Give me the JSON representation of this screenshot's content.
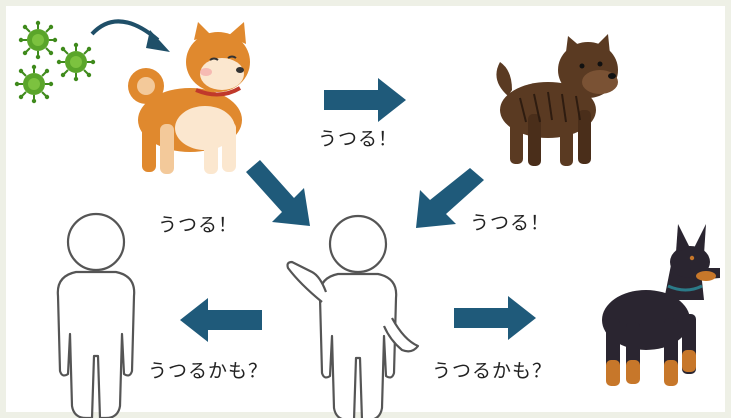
{
  "labels": {
    "spread_dog_to_dog": "うつる！",
    "spread_dog1_to_person": "うつる！",
    "spread_dog2_to_person": "うつる！",
    "maybe_to_person": "うつるかも？",
    "maybe_to_dog": "うつるかも？"
  },
  "colors": {
    "arrow": "#1f5a7a",
    "virus": "#5aa52a",
    "akita_fur": "#e0892e",
    "brindle_fur": "#5a3a22",
    "doberman_fur": "#2a2530",
    "doberman_tan": "#c7772a",
    "outline_person": "#555555"
  },
  "icons": [
    "virus-icon",
    "curved-arrow-icon",
    "akita-dog-icon",
    "brindle-dog-icon",
    "doberman-dog-icon",
    "person-icon",
    "person-pointing-icon",
    "arrow-right-icon",
    "arrow-left-icon",
    "arrow-down-right-icon",
    "arrow-down-left-icon"
  ]
}
